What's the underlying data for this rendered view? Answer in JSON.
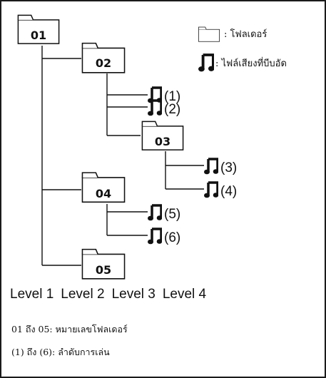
{
  "folders": [
    {
      "id": "01",
      "label": "01"
    },
    {
      "id": "02",
      "label": "02"
    },
    {
      "id": "03",
      "label": "03"
    },
    {
      "id": "04",
      "label": "04"
    },
    {
      "id": "05",
      "label": "05"
    }
  ],
  "tracks": [
    {
      "id": "t1",
      "label": "(1)"
    },
    {
      "id": "t2",
      "label": "(2)"
    },
    {
      "id": "t3",
      "label": "(3)"
    },
    {
      "id": "t4",
      "label": "(4)"
    },
    {
      "id": "t5",
      "label": "(5)"
    },
    {
      "id": "t6",
      "label": "(6)"
    }
  ],
  "legend": {
    "folder_text": ": โฟลเดอร์",
    "track_text": ": ไฟล์เสียงที่บีบอัด",
    "folder_icon": "folder-icon",
    "track_icon": "music-note-icon"
  },
  "levels": [
    "Level 1",
    "Level 2",
    "Level 3",
    "Level 4"
  ],
  "notes": [
    "01 ถึง 05: หมายเลขโฟลเดอร์",
    "(1) ถึง (6): ลำดับการเล่น"
  ]
}
